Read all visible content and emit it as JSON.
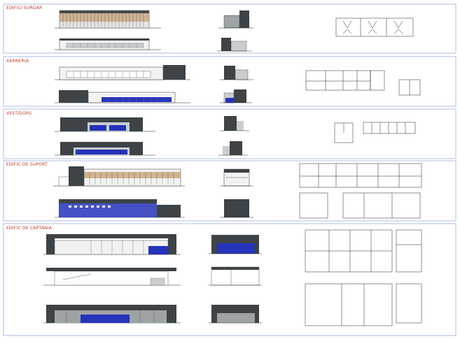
{
  "sections": [
    {
      "id": "s1",
      "title": "EDIFICI SURGAR"
    },
    {
      "id": "s2",
      "title": "XARNERIA"
    },
    {
      "id": "s3",
      "title": "VESTIDORS"
    },
    {
      "id": "s4",
      "title": "EDIFIC DE SUPORT"
    },
    {
      "id": "s5",
      "title": "EDIFIC DE CAPTANIA"
    }
  ],
  "colors": {
    "band_border": "#8aa0d6",
    "title": "#c0392b",
    "line": "#222222",
    "dark_panel": "#3d4346",
    "grey_panel": "#9ea3a6",
    "light_grey": "#c9cdd0",
    "blue_glazing": "#2433b8",
    "wood": "#b98a4e"
  }
}
